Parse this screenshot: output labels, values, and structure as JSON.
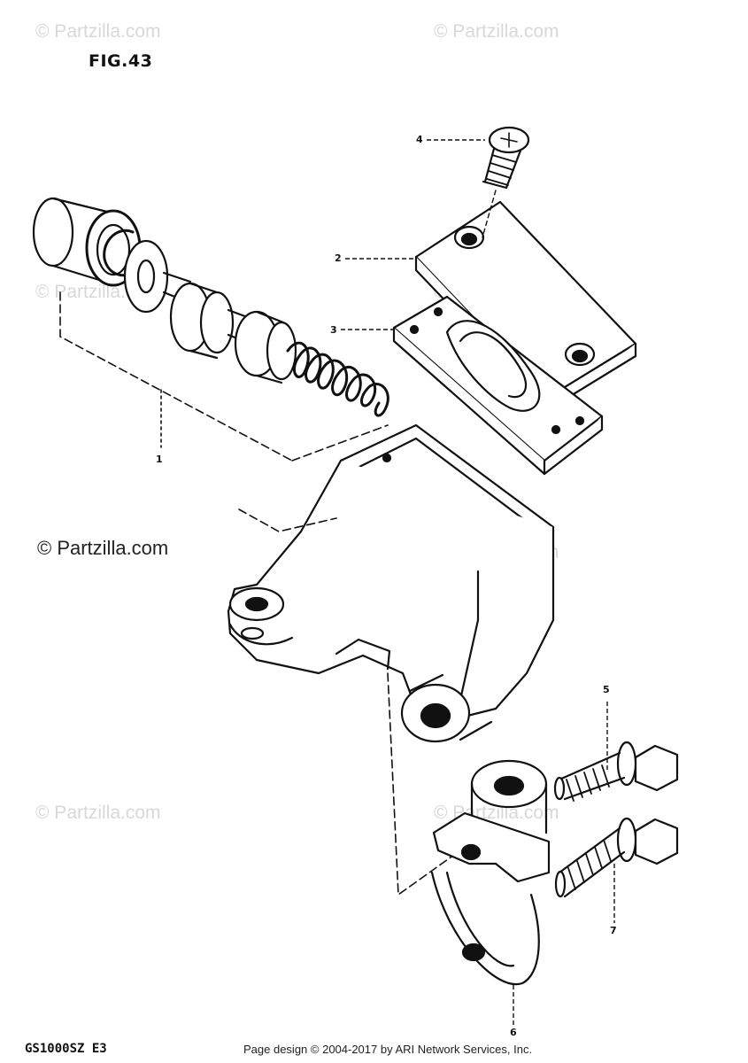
{
  "figure": {
    "title": "FIG.43"
  },
  "callouts": [
    {
      "id": "1",
      "text": "1"
    },
    {
      "id": "2",
      "text": "2"
    },
    {
      "id": "3",
      "text": "3"
    },
    {
      "id": "4",
      "text": "4"
    },
    {
      "id": "5",
      "text": "5"
    },
    {
      "id": "6",
      "text": "6"
    },
    {
      "id": "7",
      "text": "7"
    }
  ],
  "watermark": {
    "text": "© Partzilla.com"
  },
  "model_code": "GS1000SZ E3",
  "footer": {
    "text": "Page design © 2004-2017 by ARI Network Services, Inc."
  }
}
